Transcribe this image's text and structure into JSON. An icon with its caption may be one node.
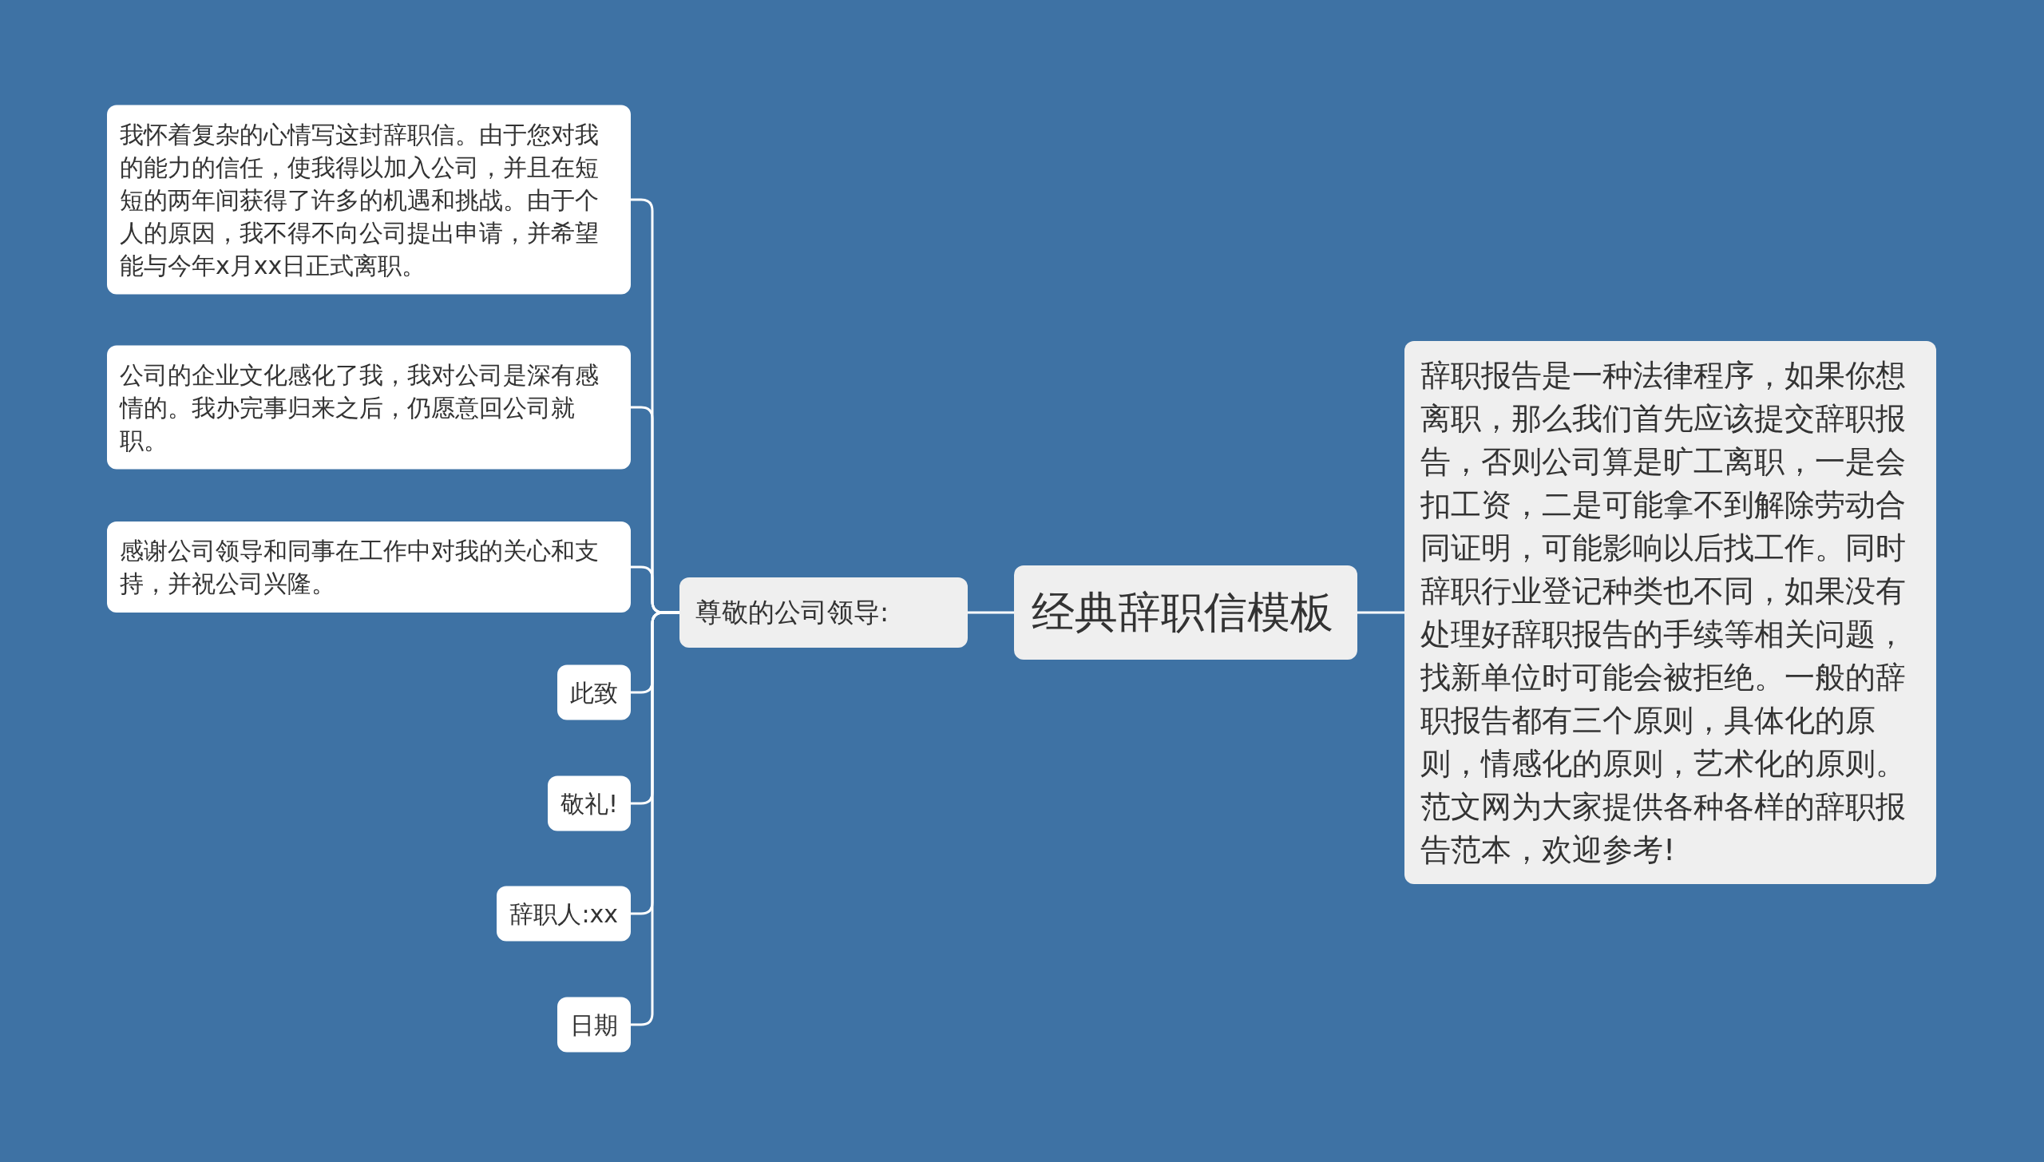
{
  "diagram": {
    "nodes": [
      {
        "text": [
          "经典辞职信模板"
        ]
      },
      {
        "text": [
          "尊敬的公司领导:"
        ]
      },
      {
        "text": [
          "我怀着复杂的心情写这封辞职信。由于您对我的能力的信任，使我得以加入公司，并且在短短的两年间获得了许多的机遇和挑战。由于个人的原因，我不得不向公司提出申请，并希望能与今年x月xx日正式离职。"
        ]
      },
      {
        "text": [
          "公司的企业文化感化了我，我对公司是深有感情的。我办完事归来之后，仍愿意回公司就职。"
        ]
      },
      {
        "text": [
          "感谢公司领导和同事在工作中对我的关心和支持，并祝公司兴隆。"
        ]
      },
      {
        "text": [
          "此致"
        ]
      },
      {
        "text": [
          "敬礼!"
        ]
      },
      {
        "text": [
          "辞职人:xx"
        ]
      },
      {
        "text": [
          "日期"
        ]
      },
      {
        "text": [
          "辞职报告是一种法律程序，如果你想离职，那么我们首先应该提交辞职报告，否则公司算是旷工离职，一是会扣工资，二是可能拿不到解除劳动合同证明，可能影响以后找工作。同时辞职行业登记种类也不同，如果没有处理好辞职报告的手续等相关问题，找新单位时可能会被拒绝。一般的辞职报告都有三个原则，具体化的原则，情感化的原则，艺术化的原则。范文网为大家提供各种各样的辞职报告范本，欢迎参考!"
        ]
      }
    ],
    "edges": [
      {
        "from": 0,
        "to": 1,
        "arrow": "none"
      },
      {
        "from": 1,
        "to": 2,
        "arrow": "none"
      },
      {
        "from": 1,
        "to": 3,
        "arrow": "none"
      },
      {
        "from": 1,
        "to": 4,
        "arrow": "none"
      },
      {
        "from": 1,
        "to": 5,
        "arrow": "none"
      },
      {
        "from": 1,
        "to": 6,
        "arrow": "none"
      },
      {
        "from": 1,
        "to": 7,
        "arrow": "none"
      },
      {
        "from": 1,
        "to": 8,
        "arrow": "none"
      },
      {
        "from": 0,
        "to": 9,
        "arrow": "none"
      }
    ]
  }
}
